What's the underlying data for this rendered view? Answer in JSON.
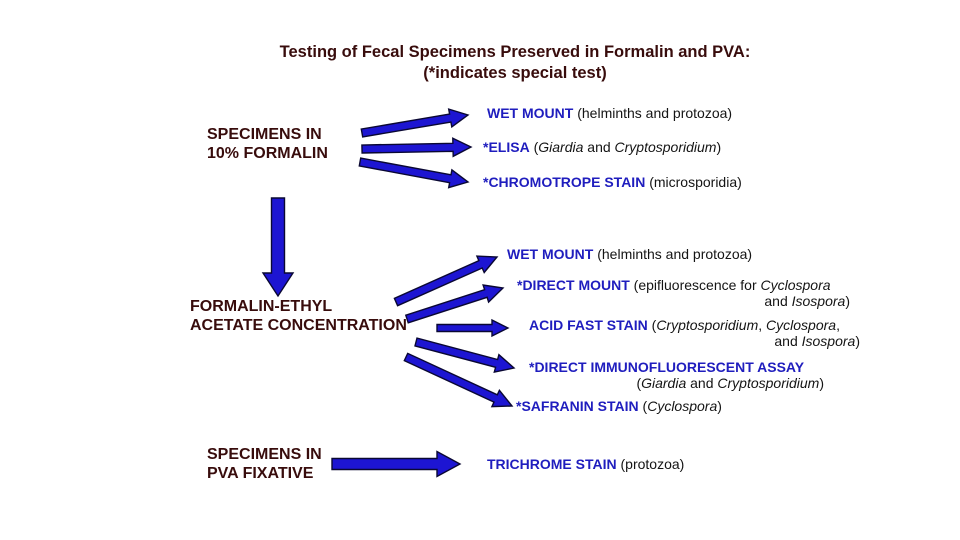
{
  "title": {
    "line1": "Testing of Fecal Specimens Preserved in Formalin and PVA:",
    "line2": "(*indicates special test)"
  },
  "colors": {
    "background": "#ffffff",
    "heading_text": "#380c0c",
    "test_name_blue": "#1f1dbe",
    "arrow_blue": "#1d15d2",
    "arrow_outline": "#0a0833",
    "body_text": "#141414"
  },
  "nodes": [
    {
      "id": "formalin",
      "lines": [
        "SPECIMENS IN",
        "10% FORMALIN"
      ]
    },
    {
      "id": "concentration",
      "lines": [
        "FORMALIN-ETHYL",
        "ACETATE CONCENTRATION"
      ]
    },
    {
      "id": "pva",
      "lines": [
        "SPECIMENS IN",
        "PVA FIXATIVE"
      ]
    }
  ],
  "tests": [
    {
      "id": "s1-wet",
      "lines": [
        [
          {
            "t": "WET MOUNT",
            "s": "name"
          },
          {
            "t": " (helminths and protozoa)",
            "s": "plain"
          }
        ]
      ]
    },
    {
      "id": "s1-elisa",
      "lines": [
        [
          {
            "t": "*ELISA",
            "s": "name"
          },
          {
            "t": " (",
            "s": "plain"
          },
          {
            "t": "Giardia",
            "s": "italic"
          },
          {
            "t": " and ",
            "s": "plain"
          },
          {
            "t": "Cryptosporidium",
            "s": "italic"
          },
          {
            "t": ")",
            "s": "plain"
          }
        ]
      ]
    },
    {
      "id": "s1-chromo",
      "lines": [
        [
          {
            "t": "*CHROMOTROPE STAIN",
            "s": "name"
          },
          {
            "t": " (microsporidia)",
            "s": "plain"
          }
        ]
      ]
    },
    {
      "id": "s2-wet",
      "lines": [
        [
          {
            "t": "WET MOUNT",
            "s": "name"
          },
          {
            "t": " (helminths and protozoa)",
            "s": "plain"
          }
        ]
      ]
    },
    {
      "id": "s2-direct",
      "lines": [
        [
          {
            "t": "*DIRECT MOUNT",
            "s": "name"
          },
          {
            "t": " (epifluorescence for ",
            "s": "plain"
          },
          {
            "t": "Cyclospora",
            "s": "italic"
          }
        ],
        [
          {
            "t": "and ",
            "s": "plain"
          },
          {
            "t": "Isospora",
            "s": "italic"
          },
          {
            "t": ")",
            "s": "plain"
          }
        ]
      ]
    },
    {
      "id": "s2-acid",
      "lines": [
        [
          {
            "t": "ACID FAST STAIN",
            "s": "name"
          },
          {
            "t": " (",
            "s": "plain"
          },
          {
            "t": "Cryptosporidium",
            "s": "italic"
          },
          {
            "t": ", ",
            "s": "plain"
          },
          {
            "t": "Cyclospora",
            "s": "italic"
          },
          {
            "t": ",",
            "s": "plain"
          }
        ],
        [
          {
            "t": "and ",
            "s": "plain"
          },
          {
            "t": "Isospora",
            "s": "italic"
          },
          {
            "t": ")",
            "s": "plain"
          }
        ]
      ]
    },
    {
      "id": "s2-difa",
      "lines": [
        [
          {
            "t": "*DIRECT IMMUNOFLUORESCENT ASSAY",
            "s": "name"
          }
        ],
        [
          {
            "t": "(",
            "s": "plain"
          },
          {
            "t": "Giardia",
            "s": "italic"
          },
          {
            "t": " and ",
            "s": "plain"
          },
          {
            "t": "Cryptosporidium",
            "s": "italic"
          },
          {
            "t": ")",
            "s": "plain"
          }
        ]
      ]
    },
    {
      "id": "s2-safranin",
      "lines": [
        [
          {
            "t": "*SAFRANIN STAIN",
            "s": "name"
          },
          {
            "t": " (",
            "s": "plain"
          },
          {
            "t": "Cyclospora",
            "s": "italic"
          },
          {
            "t": ")",
            "s": "plain"
          }
        ]
      ]
    },
    {
      "id": "s3-trichrome",
      "lines": [
        [
          {
            "t": "TRICHROME STAIN",
            "s": "name"
          },
          {
            "t": " (protozoa)",
            "s": "plain"
          }
        ]
      ]
    }
  ],
  "edges": [
    {
      "from": "formalin",
      "to": "s1-wet"
    },
    {
      "from": "formalin",
      "to": "s1-elisa"
    },
    {
      "from": "formalin",
      "to": "s1-chromo"
    },
    {
      "from": "formalin",
      "to": "concentration"
    },
    {
      "from": "concentration",
      "to": "s2-wet"
    },
    {
      "from": "concentration",
      "to": "s2-direct"
    },
    {
      "from": "concentration",
      "to": "s2-acid"
    },
    {
      "from": "concentration",
      "to": "s2-difa"
    },
    {
      "from": "concentration",
      "to": "s2-safranin"
    },
    {
      "from": "pva",
      "to": "s3-trichrome"
    }
  ]
}
